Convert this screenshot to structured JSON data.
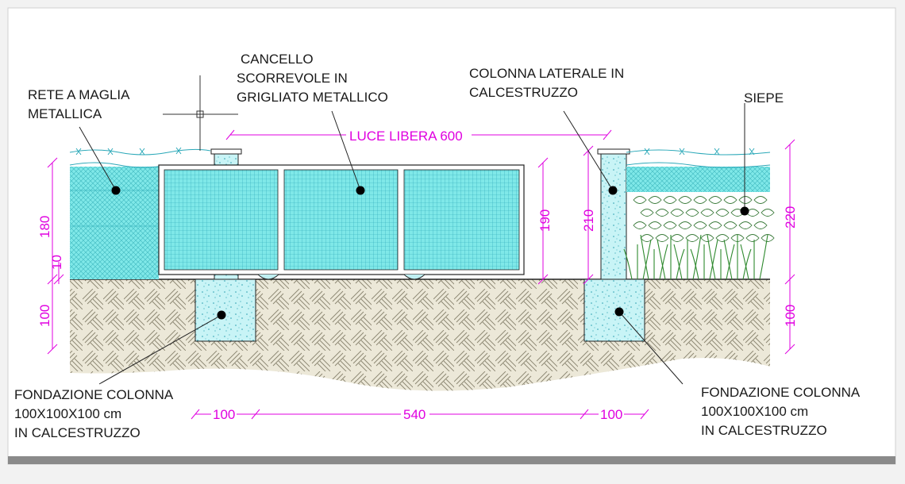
{
  "labels": {
    "rete_1": "RETE A MAGLIA",
    "rete_2": "METALLICA",
    "cancello_1": "CANCELLO",
    "cancello_2": "SCORREVOLE IN",
    "cancello_3": "GRIGLIATO METALLICO",
    "colonna_1": "COLONNA LATERALE IN",
    "colonna_2": "CALCESTRUZZO",
    "siepe": "SIEPE",
    "fond_left_1": "FONDAZIONE COLONNA",
    "fond_left_2": "100X100X100 cm",
    "fond_left_3": "IN CALCESTRUZZO",
    "fond_right_1": "FONDAZIONE COLONNA",
    "fond_right_2": "100X100X100 cm",
    "fond_right_3": "IN CALCESTRUZZO"
  },
  "dimensions": {
    "luce_libera": "LUCE LIBERA 600",
    "left_height": "180",
    "left_gap": "10",
    "left_depth": "100",
    "gate_height": "190",
    "column_height": "210",
    "right_height": "220",
    "right_depth": "100",
    "bottom_left": "100",
    "bottom_center": "540",
    "bottom_right": "100"
  },
  "colors": {
    "dimension": "#e000e0",
    "fill_cyan": "#7fe8e8",
    "soil": "#e9e4d2",
    "hedge": "#2f8a2f"
  }
}
